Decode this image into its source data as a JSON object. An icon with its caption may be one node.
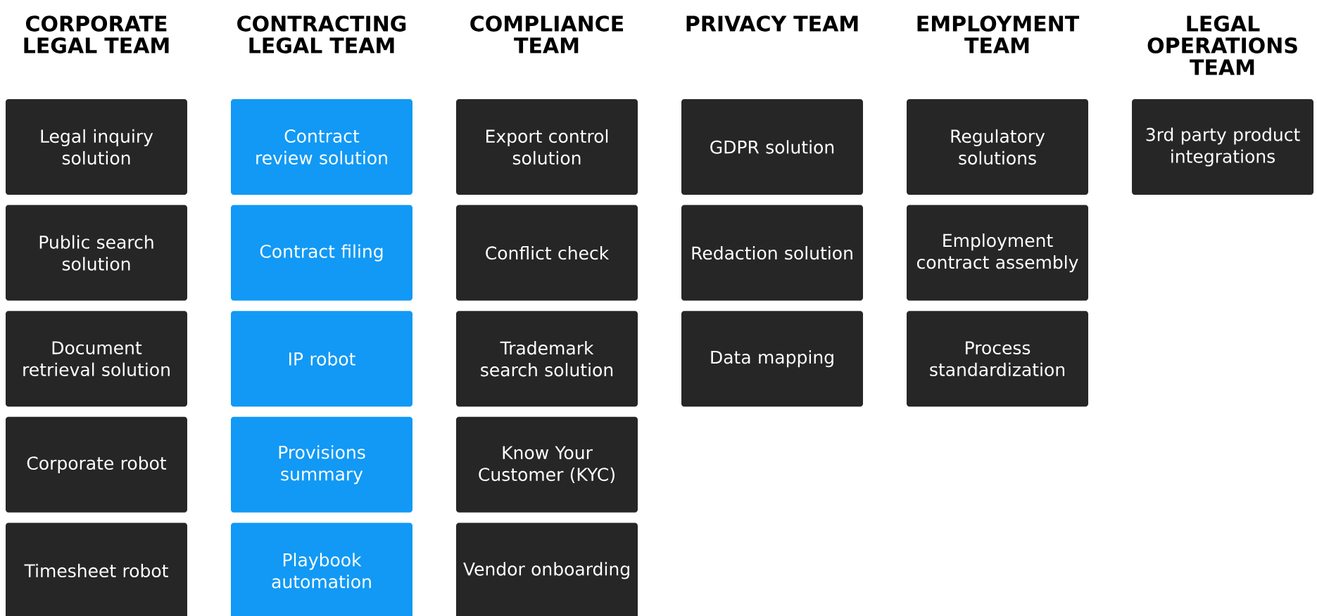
{
  "diagram": {
    "nodes": [
      {
        "text": [
          "Legal inquiry solution"
        ]
      },
      {
        "text": [
          "Public search solution"
        ]
      },
      {
        "text": [
          "Document retrieval solution"
        ]
      },
      {
        "text": [
          "Corporate robot"
        ]
      },
      {
        "text": [
          "Timesheet robot"
        ]
      },
      {
        "text": [
          "Contract review solution"
        ]
      },
      {
        "text": [
          "Contract filing"
        ]
      },
      {
        "text": [
          "IP robot"
        ]
      },
      {
        "text": [
          "Provisions summary"
        ]
      },
      {
        "text": [
          "Playbook automation"
        ]
      },
      {
        "text": [
          "Export control solution"
        ]
      },
      {
        "text": [
          "Conflict check"
        ]
      },
      {
        "text": [
          "Trademark search solution"
        ]
      },
      {
        "text": [
          "Know Your Customer (KYC)"
        ]
      },
      {
        "text": [
          "Vendor onboarding"
        ]
      },
      {
        "text": [
          "GDPR solution"
        ]
      },
      {
        "text": [
          "Redaction solution"
        ]
      },
      {
        "text": [
          "Data mapping"
        ]
      },
      {
        "text": [
          "Regulatory solutions"
        ]
      },
      {
        "text": [
          "Employment contract assembly"
        ]
      },
      {
        "text": [
          "Process standardization"
        ]
      },
      {
        "text": [
          "3rd party product integrations"
        ]
      }
    ],
    "labels": [
      "CORPORATE LEGAL TEAM",
      "CONTRACTING LEGAL TEAM",
      "COMPLIANCE TEAM",
      "PRIVACY TEAM",
      "EMPLOYMENT TEAM",
      "LEGAL OPERATIONS TEAM"
    ]
  }
}
